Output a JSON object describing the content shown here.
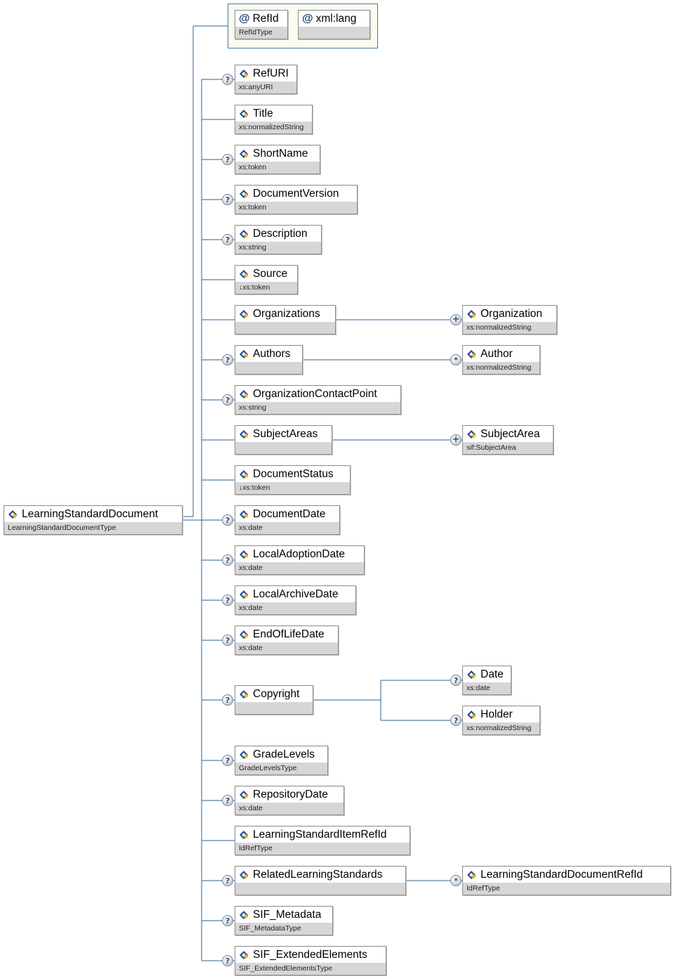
{
  "diagram": {
    "root": {
      "name": "LearningStandardDocument",
      "type": "LearningStandardDocumentType"
    },
    "attributes": [
      {
        "name": "RefId",
        "type": "RefIdType",
        "icon": "at-sign-icon"
      },
      {
        "name": "xml:lang",
        "type": "",
        "icon": "at-sign-icon"
      }
    ],
    "elements": [
      {
        "name": "RefURI",
        "type": "xs:anyURI",
        "optional": true
      },
      {
        "name": "Title",
        "type": "xs:normalizedString",
        "optional": false
      },
      {
        "name": "ShortName",
        "type": "xs:token",
        "optional": true
      },
      {
        "name": "DocumentVersion",
        "type": "xs:token",
        "optional": true
      },
      {
        "name": "Description",
        "type": "xs:string",
        "optional": true
      },
      {
        "name": "Source",
        "type": "↓xs:token",
        "optional": false
      },
      {
        "name": "Organizations",
        "type": "",
        "optional": false,
        "child": {
          "name": "Organization",
          "type": "xs:normalizedString",
          "occurrence": "+"
        }
      },
      {
        "name": "Authors",
        "type": "",
        "optional": true,
        "child": {
          "name": "Author",
          "type": "xs:normalizedString",
          "occurrence": "*"
        }
      },
      {
        "name": "OrganizationContactPoint",
        "type": "xs:string",
        "optional": true
      },
      {
        "name": "SubjectAreas",
        "type": "",
        "optional": false,
        "child": {
          "name": "SubjectArea",
          "type": "sif:SubjectArea",
          "occurrence": "+"
        }
      },
      {
        "name": "DocumentStatus",
        "type": "↓xs:token",
        "optional": false
      },
      {
        "name": "DocumentDate",
        "type": "xs:date",
        "optional": true
      },
      {
        "name": "LocalAdoptionDate",
        "type": "xs:date",
        "optional": true
      },
      {
        "name": "LocalArchiveDate",
        "type": "xs:date",
        "optional": true
      },
      {
        "name": "EndOfLifeDate",
        "type": "xs:date",
        "optional": true
      },
      {
        "name": "Copyright",
        "type": "",
        "optional": true,
        "children": [
          {
            "name": "Date",
            "type": "xs:date",
            "occurrence": "?"
          },
          {
            "name": "Holder",
            "type": "xs:normalizedString",
            "occurrence": "?"
          }
        ]
      },
      {
        "name": "GradeLevels",
        "type": "GradeLevelsType",
        "optional": true
      },
      {
        "name": "RepositoryDate",
        "type": "xs:date",
        "optional": true
      },
      {
        "name": "LearningStandardItemRefId",
        "type": "IdRefType",
        "optional": false
      },
      {
        "name": "RelatedLearningStandards",
        "type": "",
        "optional": true,
        "child": {
          "name": "LearningStandardDocumentRefId",
          "type": "IdRefType",
          "occurrence": "*"
        }
      },
      {
        "name": "SIF_Metadata",
        "type": "SIF_MetadataType",
        "optional": true
      },
      {
        "name": "SIF_ExtendedElements",
        "type": "SIF_ExtendedElementsType",
        "optional": true
      }
    ],
    "colors": {
      "connector": "#2f5f8f",
      "type_bar": "#d6d6d6",
      "node_border": "#8a8a8a",
      "attribute_group_border": "#4a7aa3",
      "attribute_group_fill": "#fbfbef",
      "icon_blue": "#1f4f8f",
      "icon_yellow": "#f2c200"
    }
  }
}
